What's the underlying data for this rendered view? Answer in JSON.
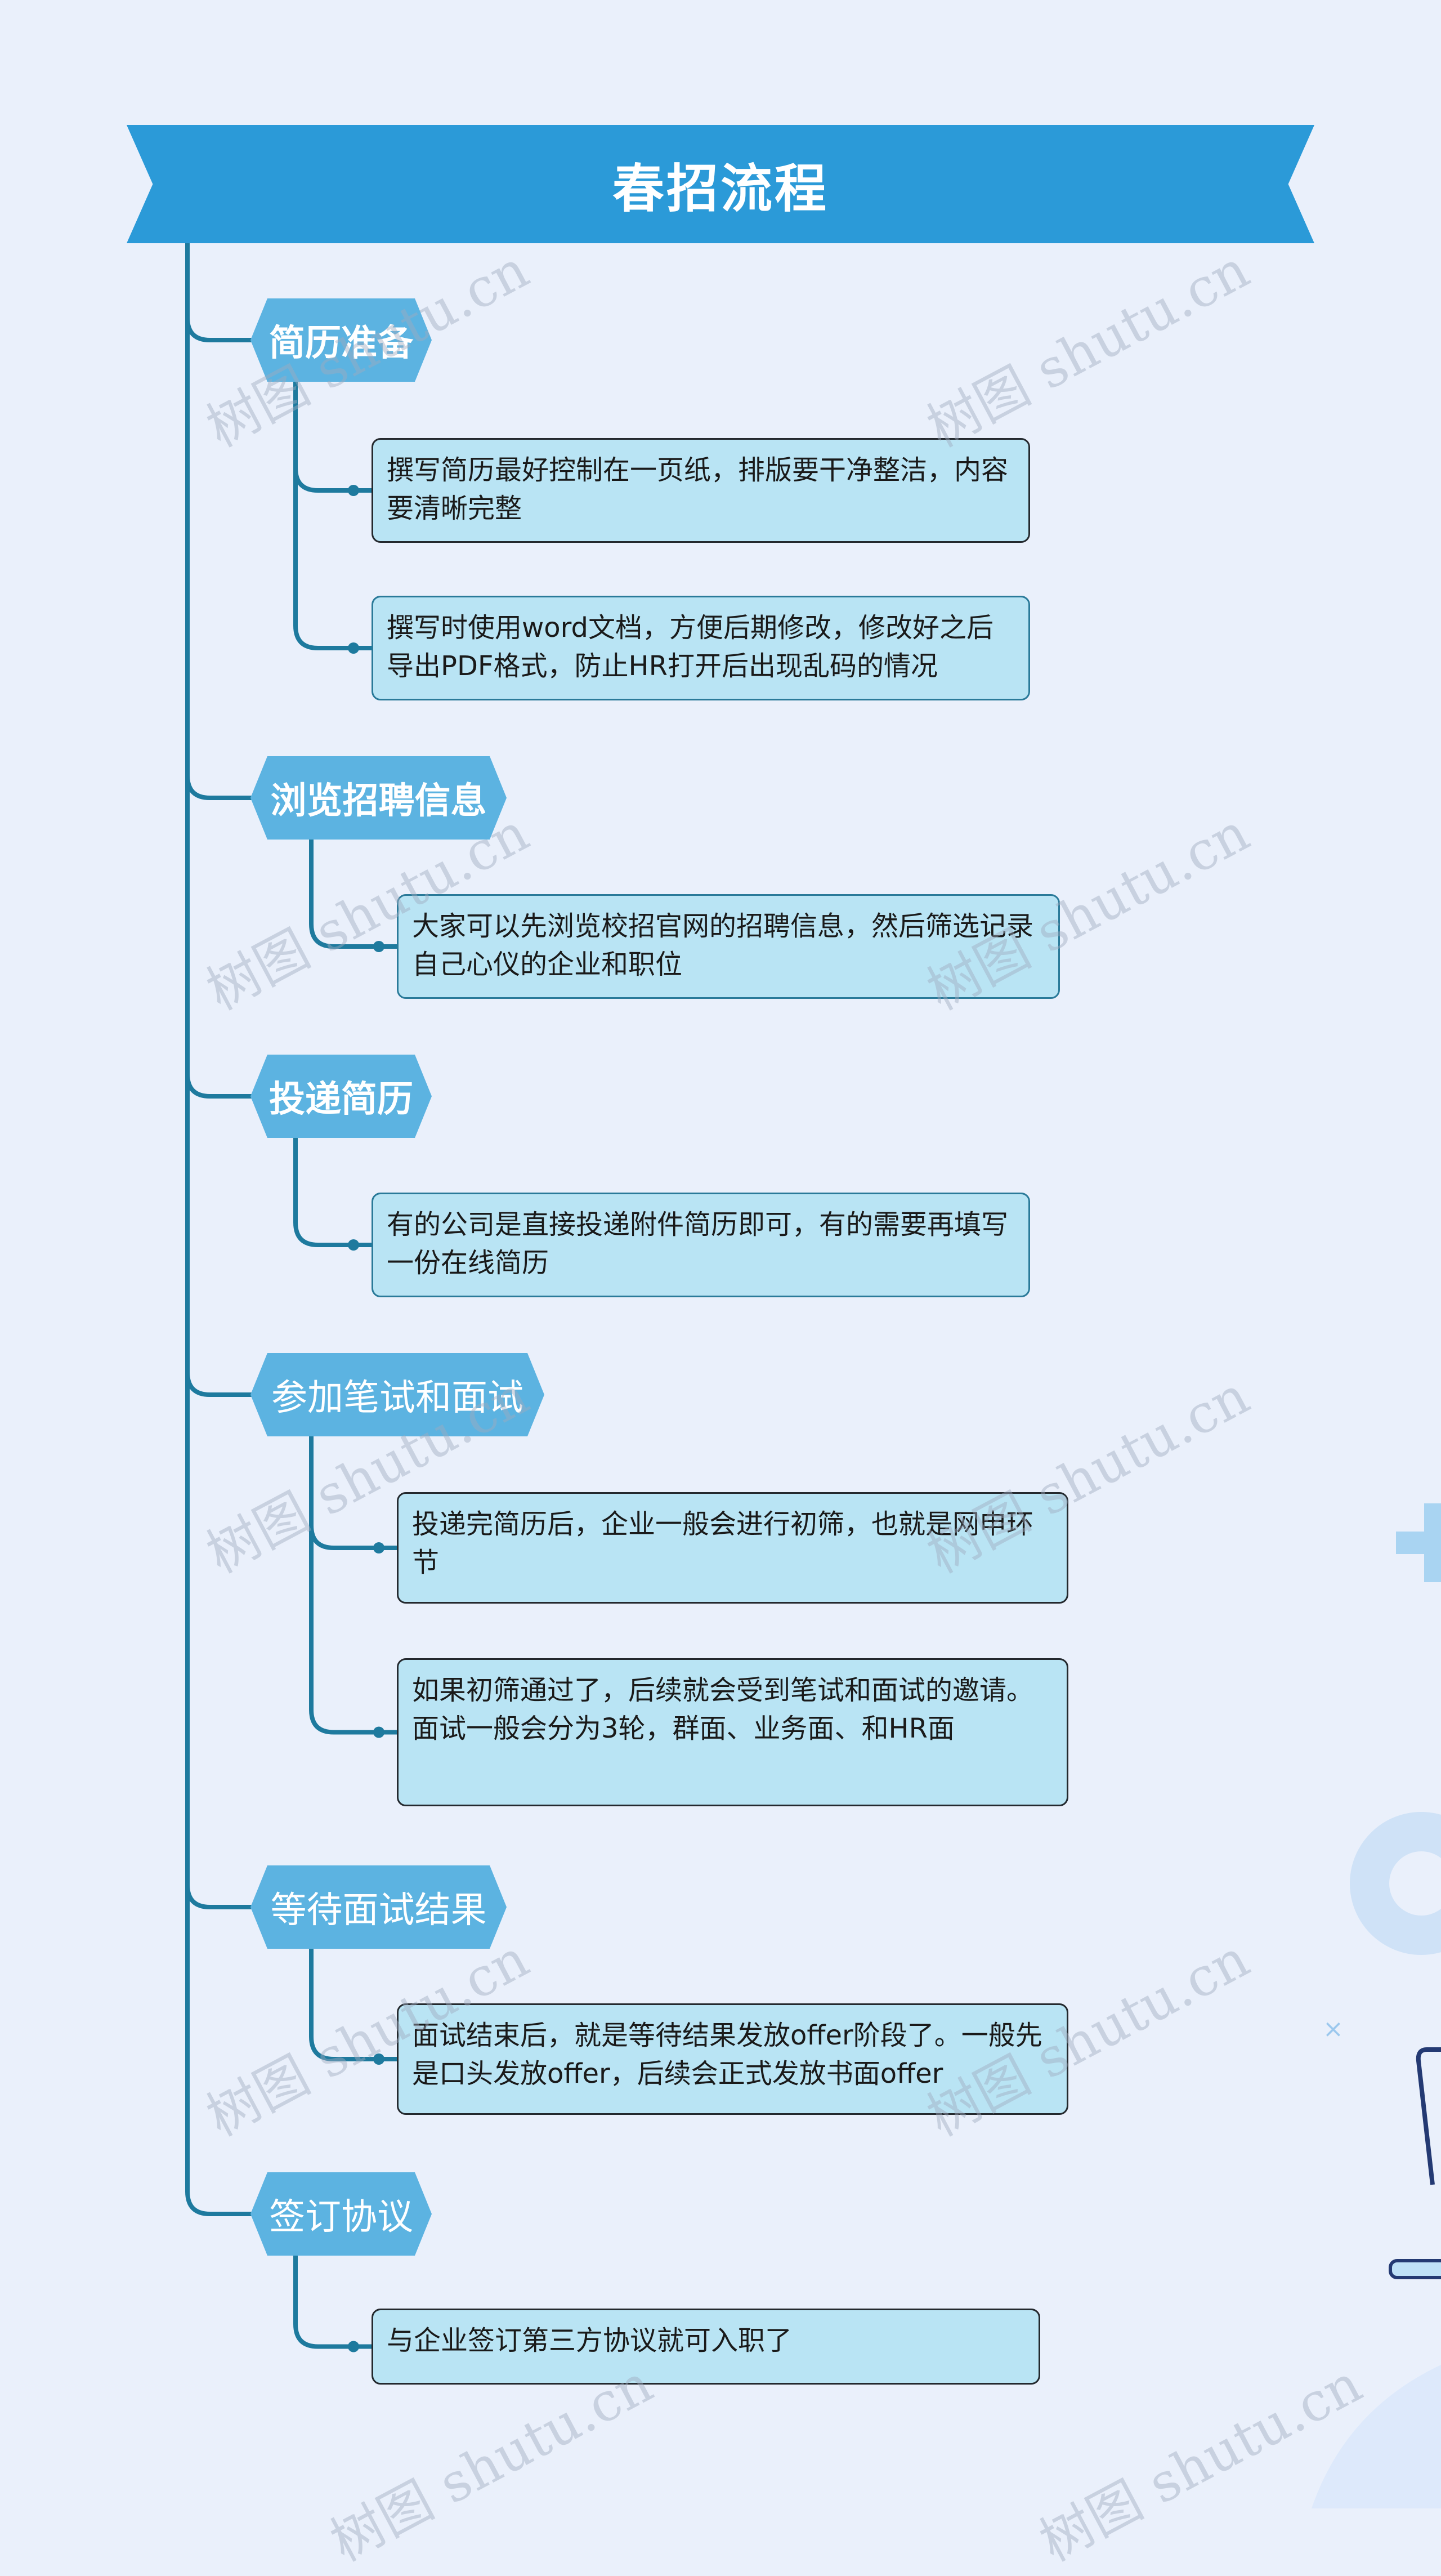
{
  "title": "春招流程",
  "watermark": "树图 shutu.cn",
  "colors": {
    "banner": "#2b9ad8",
    "node": "#5cb3e1",
    "leaf_fill": "#b9e4f4",
    "connector": "#1e7a9e"
  },
  "sections": [
    {
      "label": "简历准备",
      "items": [
        "撰写简历最好控制在一页纸，排版要干净整洁，内容要清晰完整",
        "撰写时使用word文档，方便后期修改，修改好之后导出PDF格式，防止HR打开后出现乱码的情况"
      ]
    },
    {
      "label": "浏览招聘信息",
      "items": [
        "大家可以先浏览校招官网的招聘信息，然后筛选记录自己心仪的企业和职位"
      ]
    },
    {
      "label": "投递简历",
      "items": [
        "有的公司是直接投递附件简历即可，有的需要再填写一份在线简历"
      ]
    },
    {
      "label": "参加笔试和面试",
      "items": [
        "投递完简历后，企业一般会进行初筛，也就是网申环节",
        "如果初筛通过了，后续就会受到笔试和面试的邀请。面试一般会分为3轮，群面、业务面、和HR面"
      ]
    },
    {
      "label": "等待面试结果",
      "items": [
        "面试结束后，就是等待结果发放offer阶段了。一般先是口头发放offer，后续会正式发放书面offer"
      ]
    },
    {
      "label": "签订协议",
      "items": [
        "与企业签订第三方协议就可入职了"
      ]
    }
  ]
}
